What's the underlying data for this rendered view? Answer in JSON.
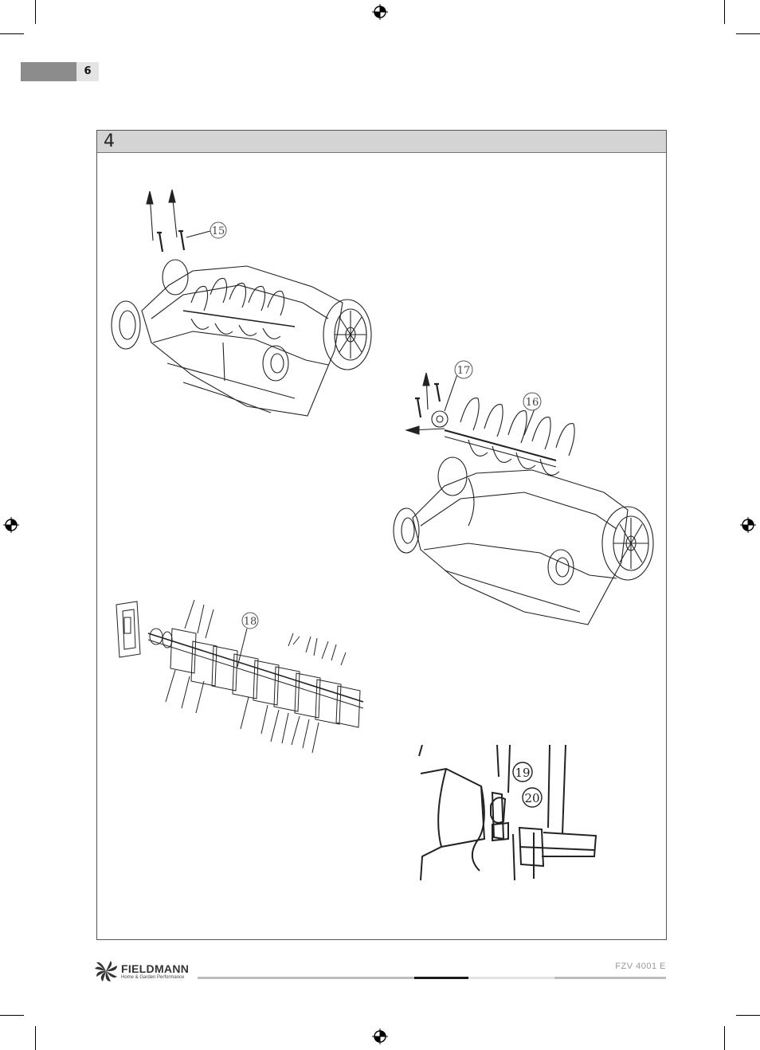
{
  "page": {
    "number": "6"
  },
  "section": {
    "number": "4"
  },
  "figures": {
    "labels": [
      "15",
      "16",
      "17",
      "18",
      "19",
      "20"
    ]
  },
  "footer": {
    "brand": "FIELDMANN",
    "tagline": "Home & Garden Performance",
    "model": "FZV 4001 E"
  },
  "icons": {
    "registration": "crosshair-registration-icon",
    "logo": "fieldmann-fan-logo-icon"
  },
  "colors": {
    "header_band": "#d4d4d4",
    "page_tab": "#8c8c8c",
    "footer_rule_dark": "#1a1a1a",
    "footer_rule_light": "#bdbdbd"
  }
}
